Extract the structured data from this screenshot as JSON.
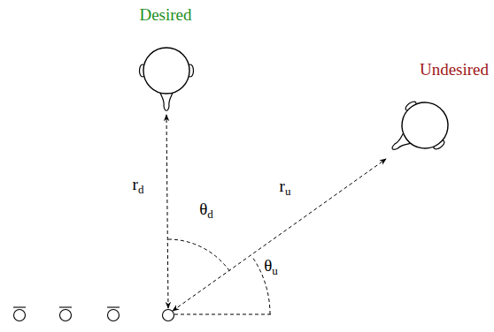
{
  "diagram": {
    "labels": [
      "Desired",
      "Undesired",
      "rd",
      "ru",
      "θd",
      "θu"
    ]
  }
}
